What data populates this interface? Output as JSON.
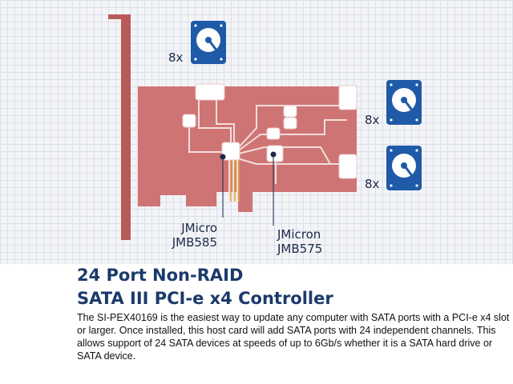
{
  "labels": {
    "drive_count_top": "8x",
    "drive_count_mid": "8x",
    "drive_count_bottom": "8x",
    "chip_a_line1": "JMicro",
    "chip_a_line2": "JMB585",
    "chip_b_line1": "JMicron",
    "chip_b_line2": "JMB575"
  },
  "heading": {
    "line1": "24 Port Non-RAID",
    "line2": "SATA III PCI-e x4 Controller"
  },
  "description": "The SI-PEX40169 is the easiest way to update any computer with SATA ports with a PCI-e x4 slot or larger. Once installed, this host card will add SATA ports with 24 independent channels. This allows support of 24 SATA devices at speeds of up to 6Gb/s whether it is a SATA hard drive or SATA device.",
  "colors": {
    "board": "#cf7474",
    "bracket": "#b95a5a",
    "drive": "#1e5aa8",
    "text_heading": "#1b3a6b"
  },
  "icons": [
    "hard-drive-icon"
  ]
}
